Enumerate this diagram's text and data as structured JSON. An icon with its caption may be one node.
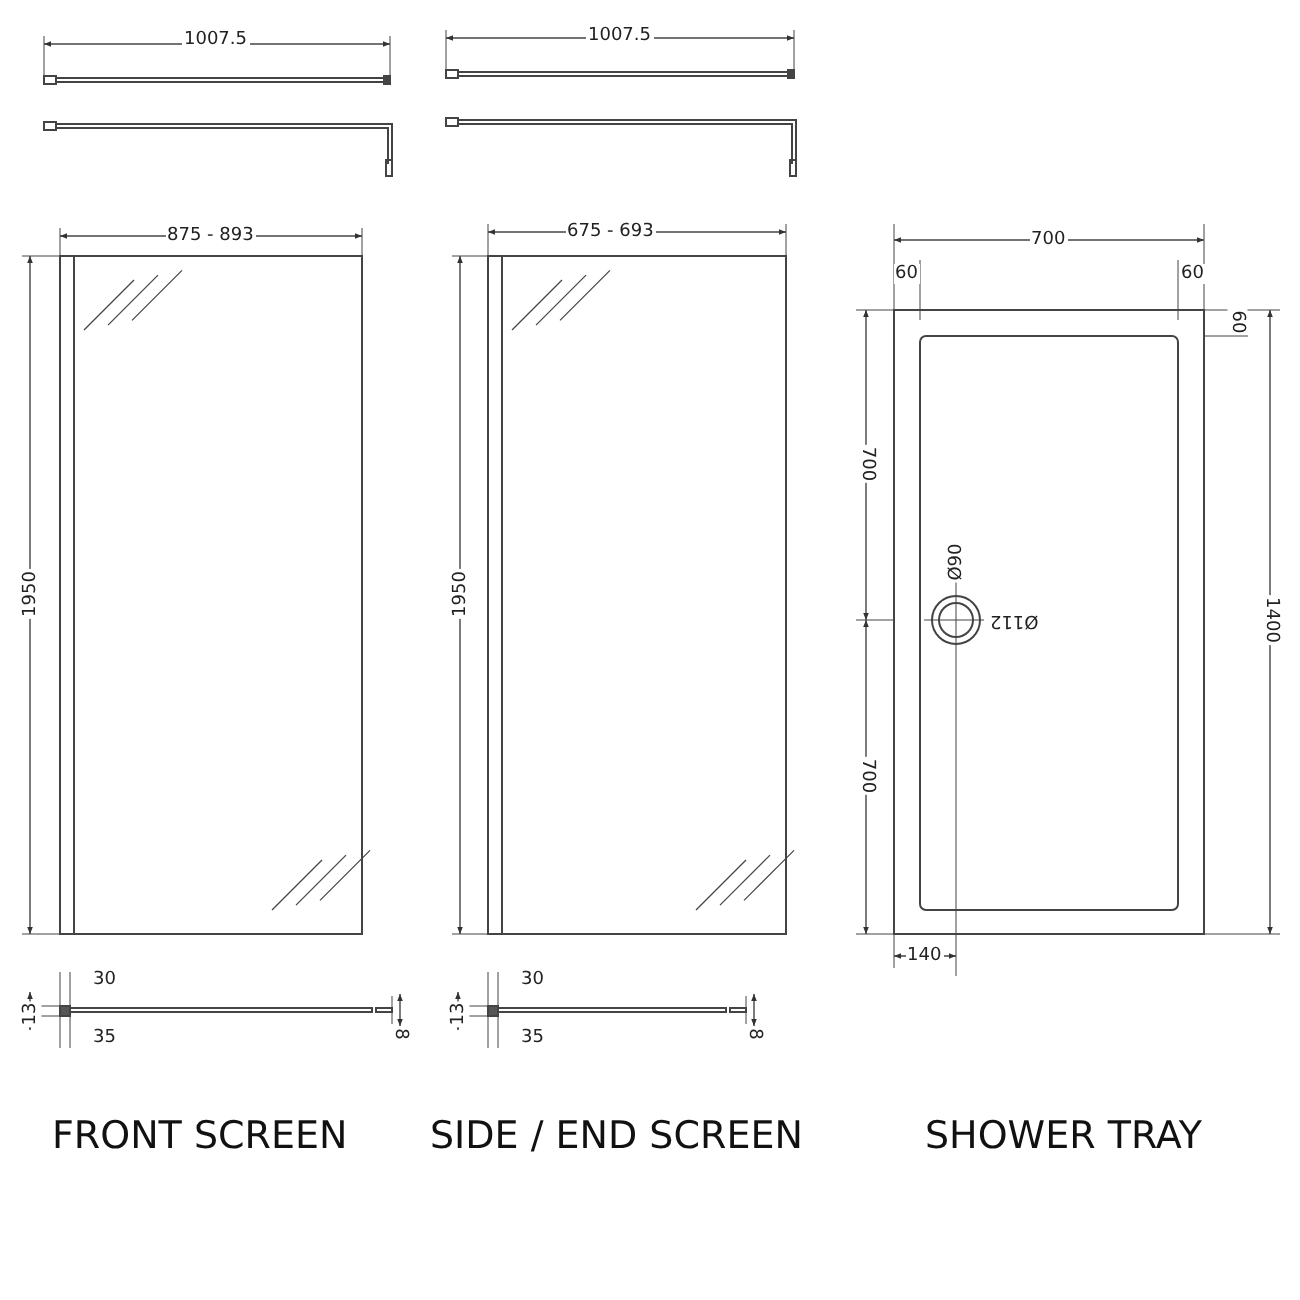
{
  "diagram": {
    "labels": [
      "1007.5",
      "875 - 893",
      "1950",
      "30",
      "13",
      "35",
      "8",
      "FRONT SCREEN",
      "1007.5",
      "675 - 693",
      "1950",
      "30",
      "13",
      "35",
      "8",
      "SIDE / END SCREEN",
      "700",
      "60",
      "60",
      "60",
      "700",
      "Ø90",
      "Ø112",
      "1400",
      "700",
      "140",
      "SHOWER TRAY"
    ]
  }
}
